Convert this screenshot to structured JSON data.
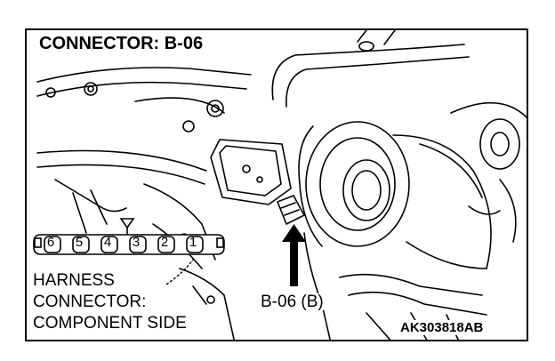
{
  "title": "CONNECTOR: B-06",
  "harness_label": [
    "HARNESS",
    "CONNECTOR:",
    "COMPONENT SIDE"
  ],
  "connector_pins": [
    "6",
    "5",
    "4",
    "3",
    "2",
    "1"
  ],
  "component_label": "B-06 (B)",
  "figure_code": "AK303818AB",
  "colors": {
    "ink": "#000000",
    "paper": "#ffffff"
  }
}
